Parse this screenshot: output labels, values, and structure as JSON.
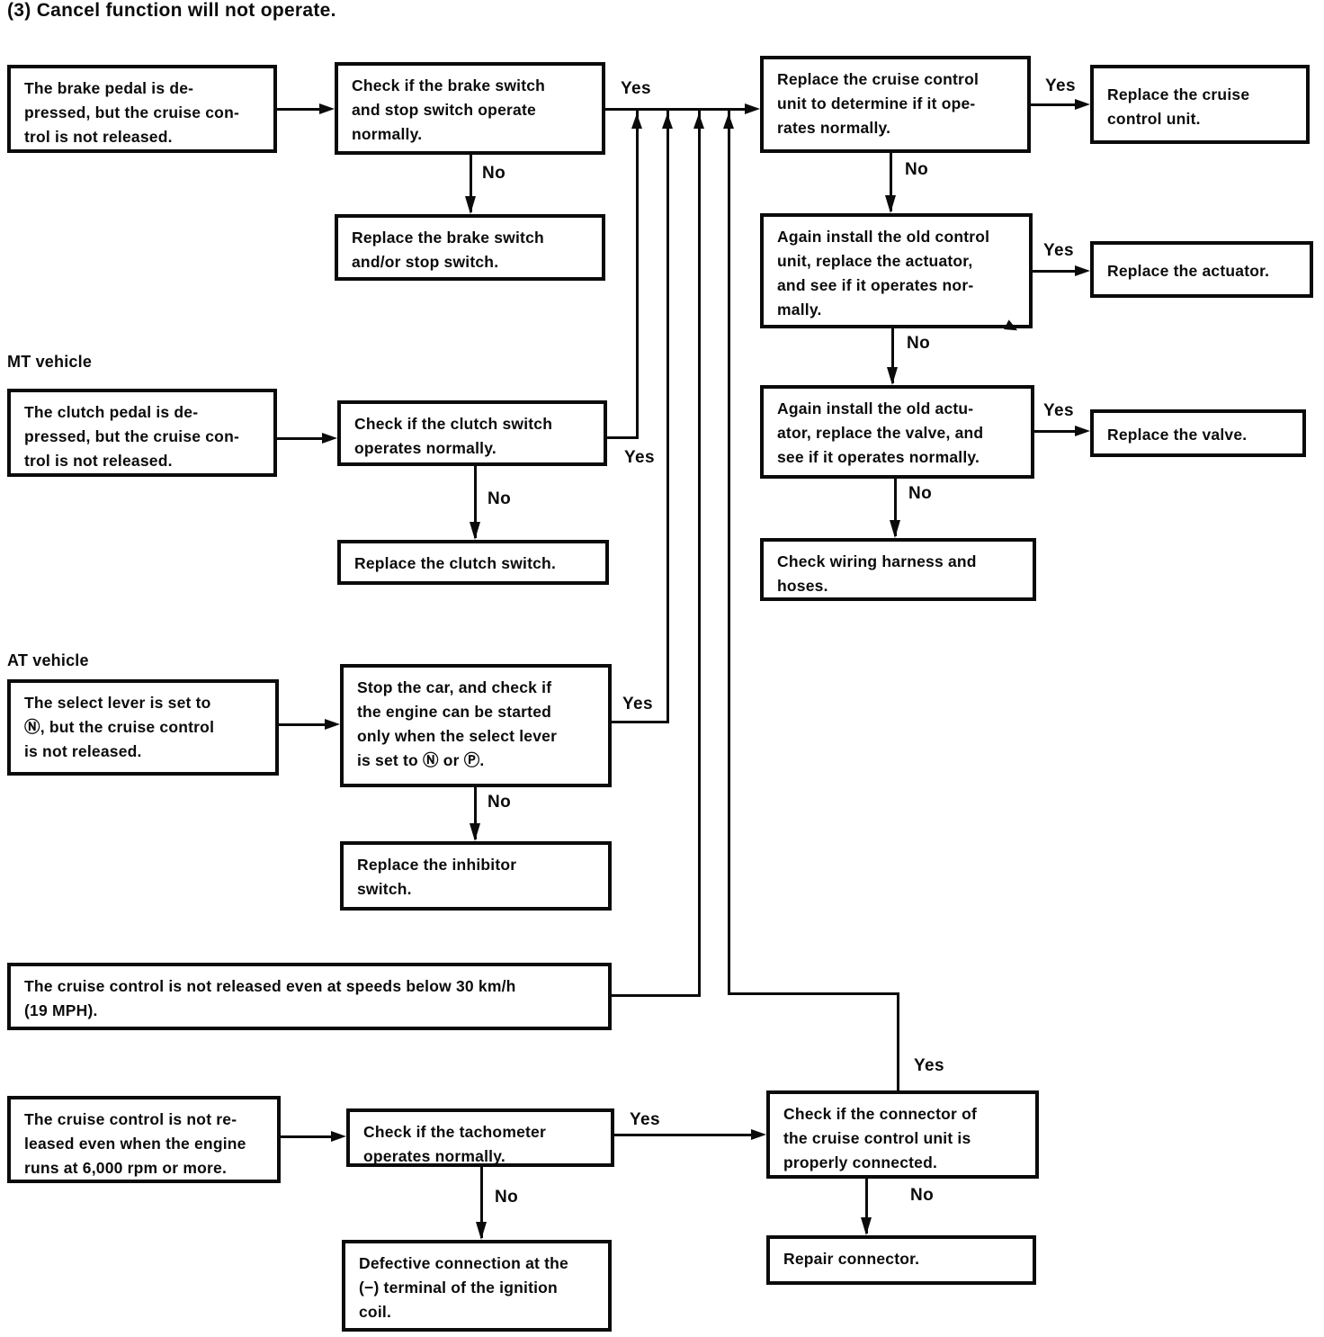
{
  "title": "(3)  Cancel function will not operate.",
  "section_labels": {
    "mt": "MT vehicle",
    "at": "AT vehicle"
  },
  "edge_labels": {
    "yes": "Yes",
    "no": "No"
  },
  "boxes": {
    "brake_symptom": "The brake pedal is de-\npressed, but the cruise con-\ntrol is not released.",
    "brake_check": "Check if the brake switch\nand stop switch operate\nnormally.",
    "brake_replace": "Replace the brake switch\nand/or stop switch.",
    "unit_check": "Replace the cruise control\nunit to determine if it ope-\nrates normally.",
    "unit_replace": "Replace the cruise\ncontrol unit.",
    "actuator_check": "Again install the old control\nunit, replace the actuator,\nand see if it operates nor-\nmally.",
    "actuator_replace": "Replace the actuator.",
    "valve_check": "Again install the old actu-\nator, replace the valve, and\nsee if it operates normally.",
    "valve_replace": "Replace the valve.",
    "harness_check": "Check wiring harness and\nhoses.",
    "clutch_symptom": "The clutch pedal is de-\npressed, but the cruise con-\ntrol is not released.",
    "clutch_check": "Check if the clutch switch\noperates normally.",
    "clutch_replace": "Replace the clutch switch.",
    "select_symptom": "The select lever is set to\nⓃ, but the cruise control\nis not released.",
    "select_check": "Stop the car, and check if\nthe engine can be started\nonly when the select lever\nis set to Ⓝ or Ⓟ.",
    "inhibitor_replace": "Replace the inhibitor\nswitch.",
    "low_speed_symptom": "The cruise control is not released even at speeds below 30 km/h\n(19 MPH).",
    "high_rpm_symptom": "The cruise control is not re-\nleased even when the engine\nruns at 6,000 rpm or more.",
    "tachometer_check": "Check if the tachometer\noperates normally.",
    "ignition_defect": "Defective connection at the\n(−) terminal of the ignition\ncoil.",
    "connector_check": "Check if the connector of\nthe cruise control unit is\nproperly connected.",
    "connector_repair": "Repair connector."
  }
}
